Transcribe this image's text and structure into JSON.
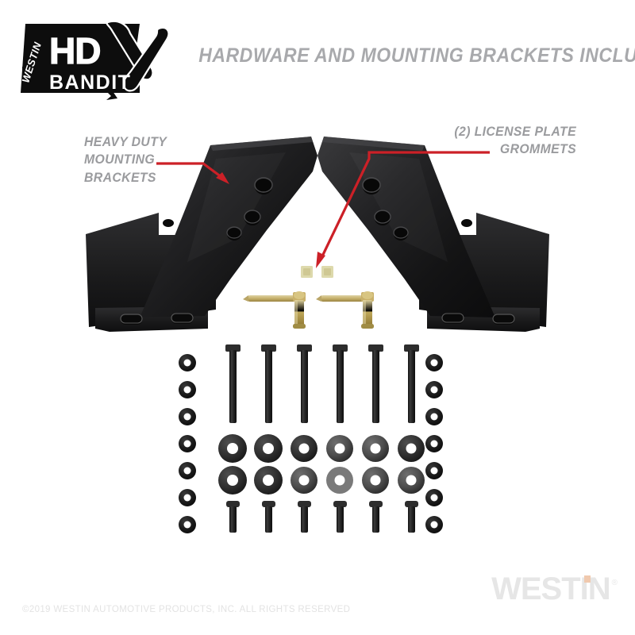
{
  "brand": {
    "badge_primary": "HD",
    "badge_x": "X",
    "badge_vertical": "WESTIN",
    "badge_secondary": "BANDIT",
    "badge_bg": "#0d0d0d",
    "badge_fg": "#ffffff"
  },
  "header": {
    "title": "HARDWARE AND MOUNTING BRACKETS INCLUDED",
    "title_color": "#a8a9ac"
  },
  "callouts": [
    {
      "id": "heavy-duty-mounting-brackets",
      "text": "HEAVY DUTY\nMOUNTING\nBRACKETS",
      "color": "#9a9b9e",
      "leader_color": "#cc2027",
      "points_to": "left-mounting-bracket"
    },
    {
      "id": "license-plate-grommets",
      "text": "(2) LICENSE PLATE\nGROMMETS",
      "color": "#9a9b9e",
      "leader_color": "#cc2027",
      "points_to": "license-plate-grommets"
    }
  ],
  "parts": {
    "mounting_brackets": {
      "count": 2,
      "color": "#1a1a1a",
      "labels": [
        "left-mounting-bracket",
        "right-mounting-bracket"
      ],
      "holes_per_bracket": 3,
      "base_slots_per_bracket": 2
    },
    "license_plate_grommets": {
      "count": 2,
      "color": "#ddd9ac",
      "shape": "square"
    },
    "t_bolts": {
      "count": 2,
      "color": "#c3a94f",
      "description": "zinc t-bolt with flat bar"
    },
    "long_bolts": {
      "count": 6,
      "color": "#232323"
    },
    "short_bolts": {
      "count": 6,
      "color": "#232323"
    },
    "washers": {
      "rows": 2,
      "per_row": 6,
      "count": 12,
      "color": "#3a3a3a"
    },
    "nuts": {
      "columns": 2,
      "per_column": 7,
      "count": 14,
      "color": "#1d1d1d"
    }
  },
  "footer": {
    "copyright": "©2019 WESTIN AUTOMOTIVE PRODUCTS, INC. ALL RIGHTS RESERVED",
    "copyright_color": "#e3e3e3",
    "watermark": "WESTIN",
    "watermark_registered": "®",
    "watermark_color": "#e6e6e6",
    "watermark_accent": "#f0c9ae"
  }
}
